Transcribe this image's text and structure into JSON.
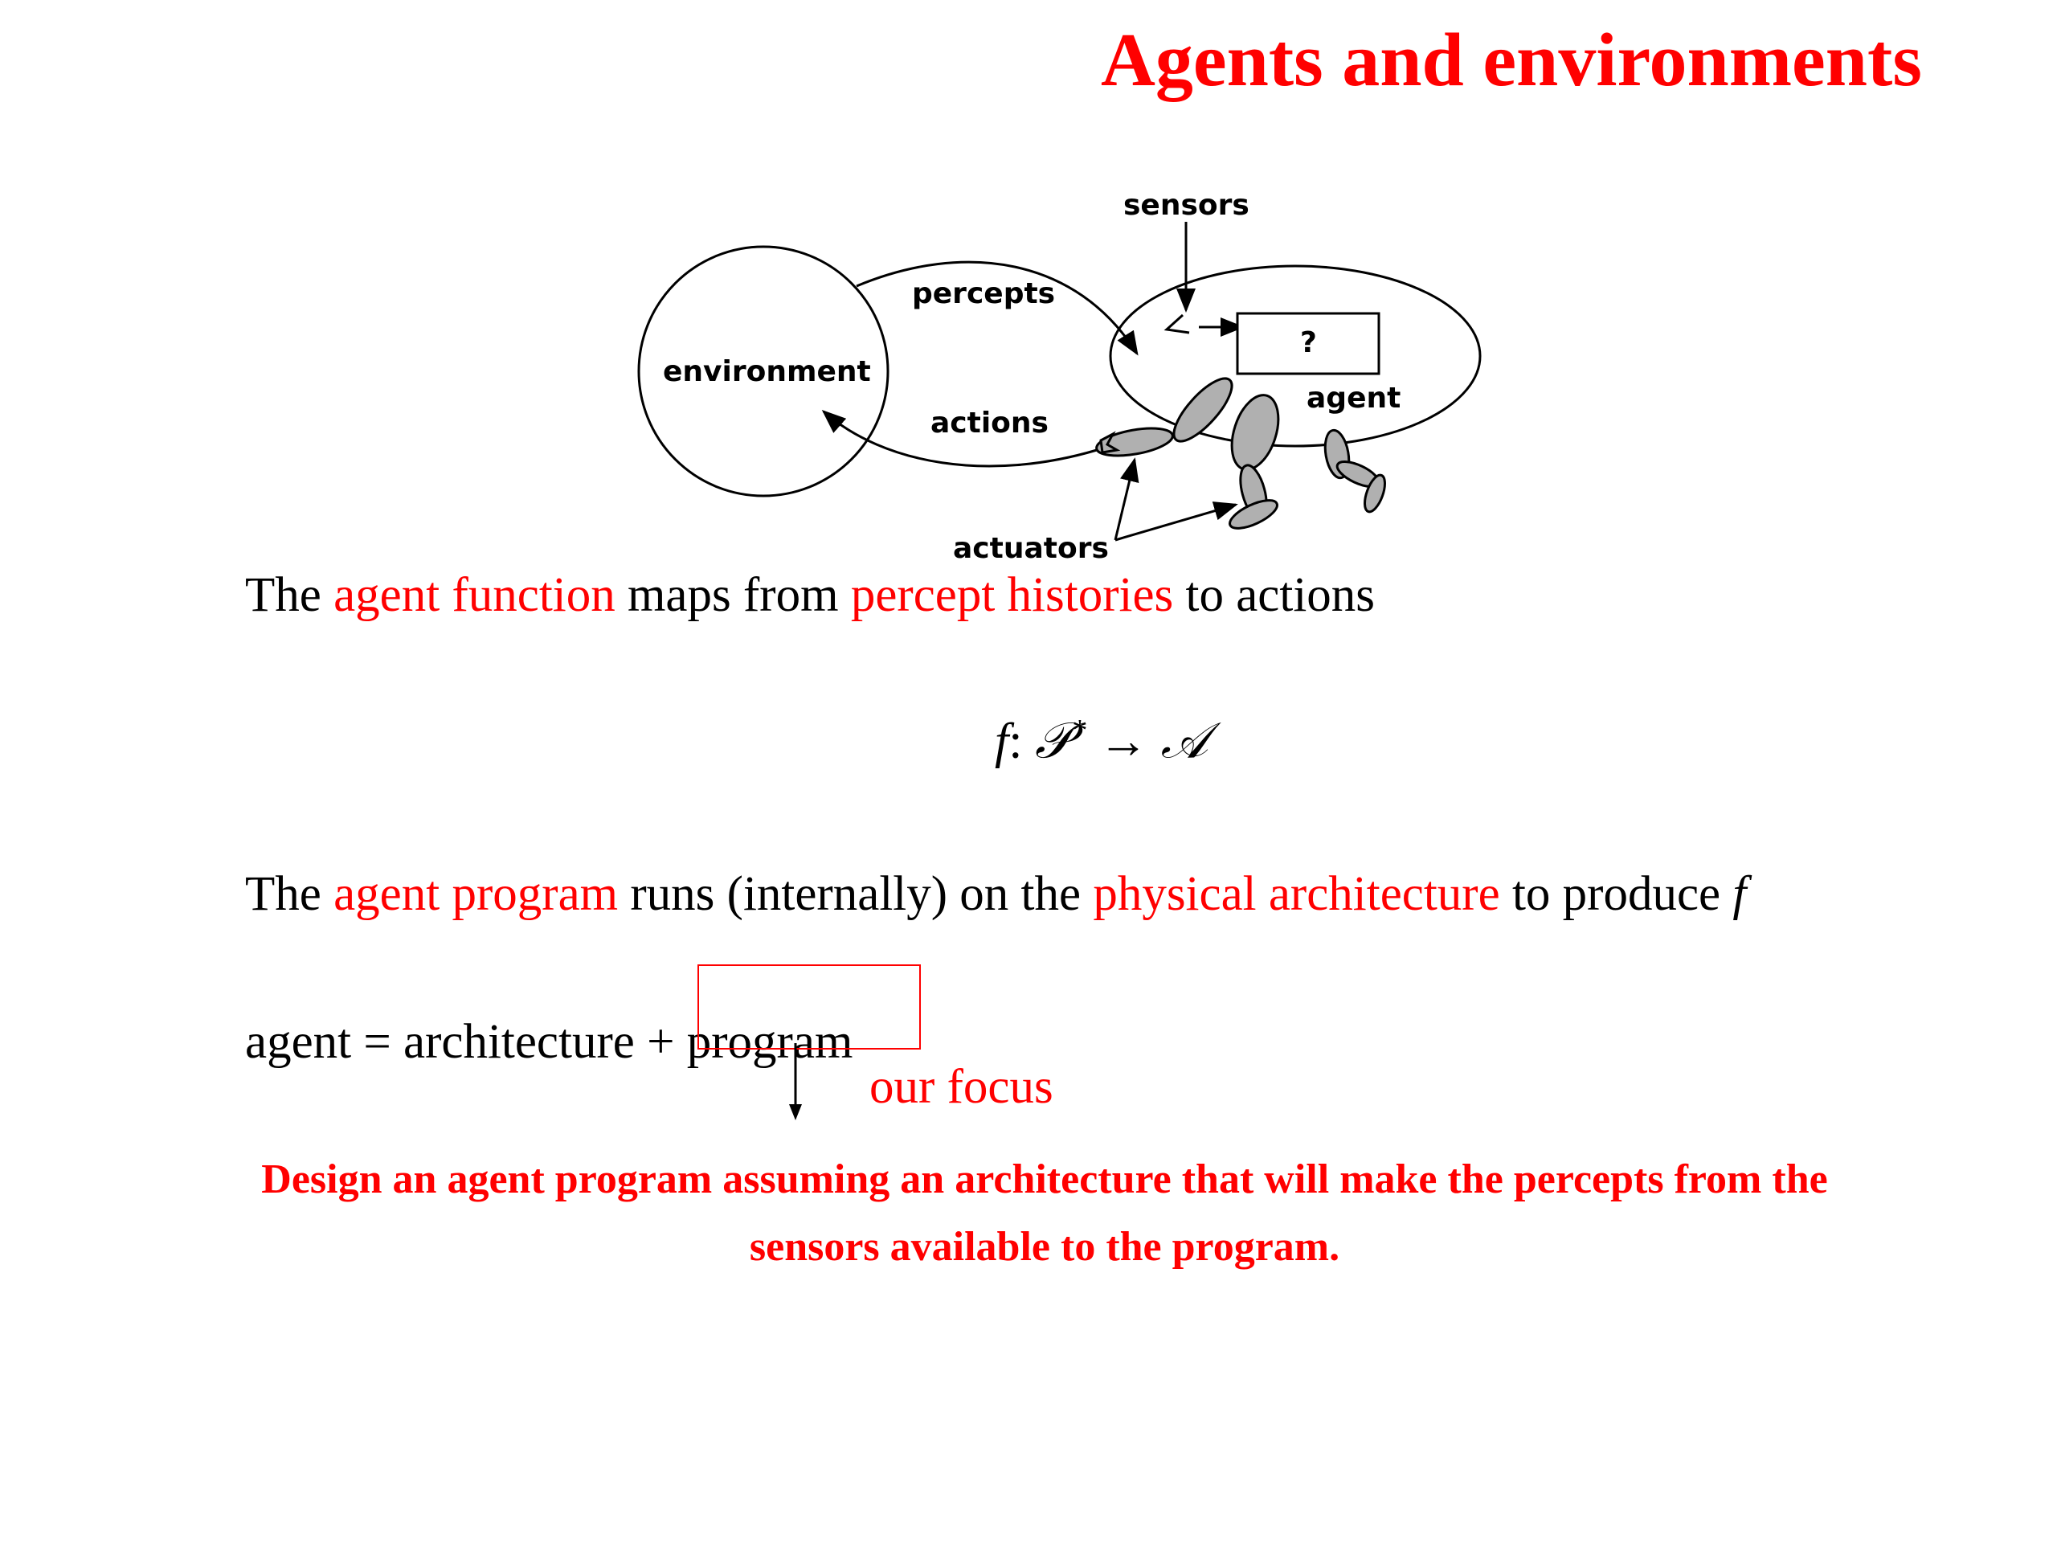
{
  "title": "Agents and environments",
  "diagram": {
    "environment_label": "environment",
    "percepts_label": "percepts",
    "actions_label": "actions",
    "sensors_label": "sensors",
    "actuators_label": "actuators",
    "agent_label": "agent",
    "box_label": "?"
  },
  "line1": {
    "p1": "The ",
    "p2": "agent function",
    "p3": " maps from ",
    "p4": "percept histories",
    "p5": " to actions"
  },
  "formula": {
    "f": "f",
    "colon": ":",
    "p": "𝒫",
    "star": "*",
    "arrow": "→",
    "a": "𝒜"
  },
  "line2": {
    "p1": "The ",
    "p2": "agent program",
    "p3": " runs (internally) on the ",
    "p4": "physical architecture",
    "p5": " to produce ",
    "p6": "f"
  },
  "line3": "agent = architecture + program",
  "focus_label": "our focus",
  "conclusion": "Design an agent program assuming an architecture that will make the percepts from the sensors available to the program.",
  "colors": {
    "accent": "#ff0000",
    "text": "#000000",
    "limb_fill": "#b0b0b0"
  }
}
